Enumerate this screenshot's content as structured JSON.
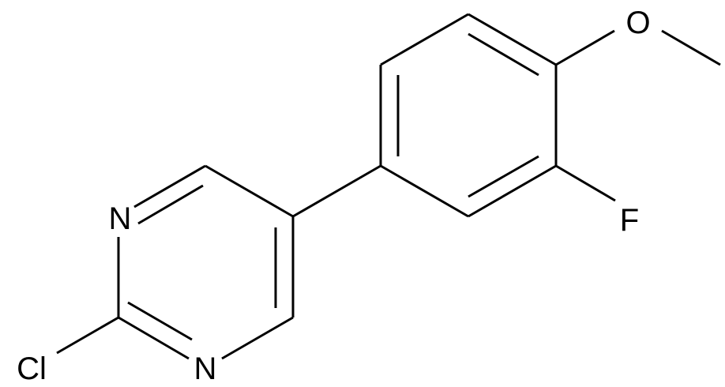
{
  "molecule": {
    "atoms": {
      "n_upper": "N",
      "n_lower": "N",
      "chlorine": "Cl",
      "oxygen": "O",
      "fluorine": "F"
    }
  },
  "colors": {
    "bond": "#000000",
    "label": "#000000",
    "background": "#ffffff"
  }
}
